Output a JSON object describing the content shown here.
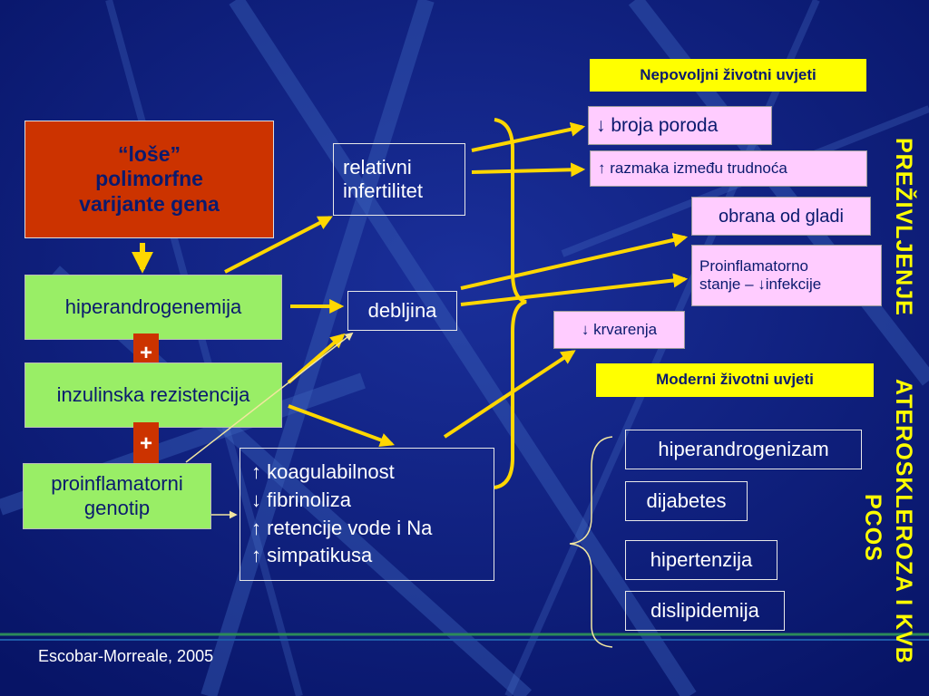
{
  "genes_box": {
    "line1": "“loše”",
    "line2": "polimorfne",
    "line3": "varijante gena"
  },
  "hyperandrogenemia": "hiperandrogenemija",
  "insulin_resistence": "inzulinska rezistencija",
  "proinflammatory_genotype": {
    "line1": "proinflamatorni",
    "line2": "genotip"
  },
  "plus_1": "+",
  "plus_2": "+",
  "infertility": {
    "line1": "relativni",
    "line2": "infertilitet"
  },
  "obesity": "debljina",
  "coagulation": {
    "line1": "↑ koagulabilnost",
    "line2": "↓ fibrinoliza",
    "line3": "↑ retencije vode i Na",
    "line4": "↑ simpatikusa"
  },
  "unfavorable_header": "Nepovoljni životni uvjeti",
  "births": "↓ broja poroda",
  "pregnancy_interval": "↑ razmaka između trudnoća",
  "famine_defense": "obrana od gladi",
  "proinflammatory_state": {
    "line1": "Proinflamatorno",
    "line2": "stanje – ↓infekcije"
  },
  "bleeding": "↓ krvarenja",
  "modern_header": "Moderni životni uvjeti",
  "hyperandrogenism": "hiperandrogenizam",
  "diabetes": "dijabetes",
  "hypertension": "hipertenzija",
  "dyslipidemia": "dislipidemija",
  "survival_label": "PREŽIVLJENJE",
  "atherosclerosis_label": "ATEROSKLEROZA I KVB",
  "pcos_label": "PCOS",
  "citation": "Escobar-Morreale, 2005",
  "colors": {
    "background": "#0a1a6e",
    "arrow": "#ffd700",
    "accent_yellow": "#ffff00",
    "red_box": "#cc3300",
    "green_box": "#99ee66",
    "pink_box": "#ffccff"
  }
}
